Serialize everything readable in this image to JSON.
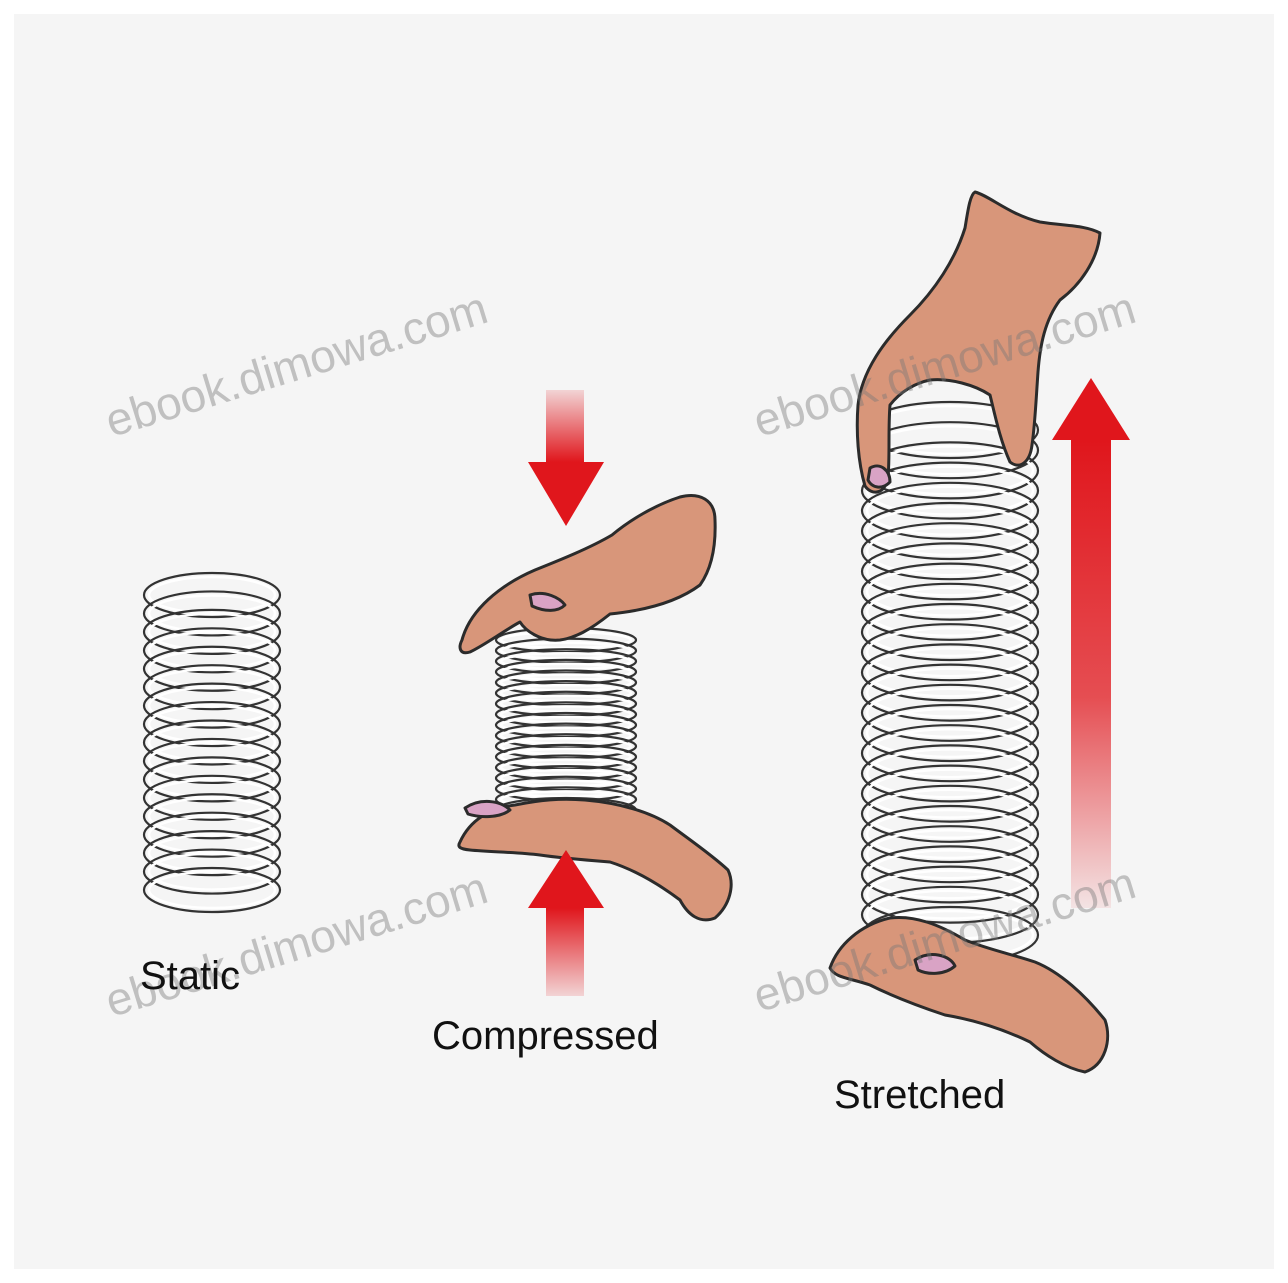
{
  "labels": {
    "static": "Static",
    "compressed": "Compressed",
    "stretched": "Stretched"
  },
  "watermarks": [
    "ebook.dimowa.com",
    "ebook.dimowa.com",
    "ebook.dimowa.com",
    "ebook.dimowa.com"
  ],
  "colors": {
    "background": "#f5f5f5",
    "spring_stroke": "#333333",
    "arrow_red": "#e0161c",
    "skin": "#d8967a",
    "skin_outline": "#2b2b2b"
  },
  "icons": [
    "spring-static-icon",
    "spring-compressed-icon",
    "spring-stretched-icon",
    "hand-icon",
    "arrow-down-icon",
    "arrow-up-icon"
  ]
}
